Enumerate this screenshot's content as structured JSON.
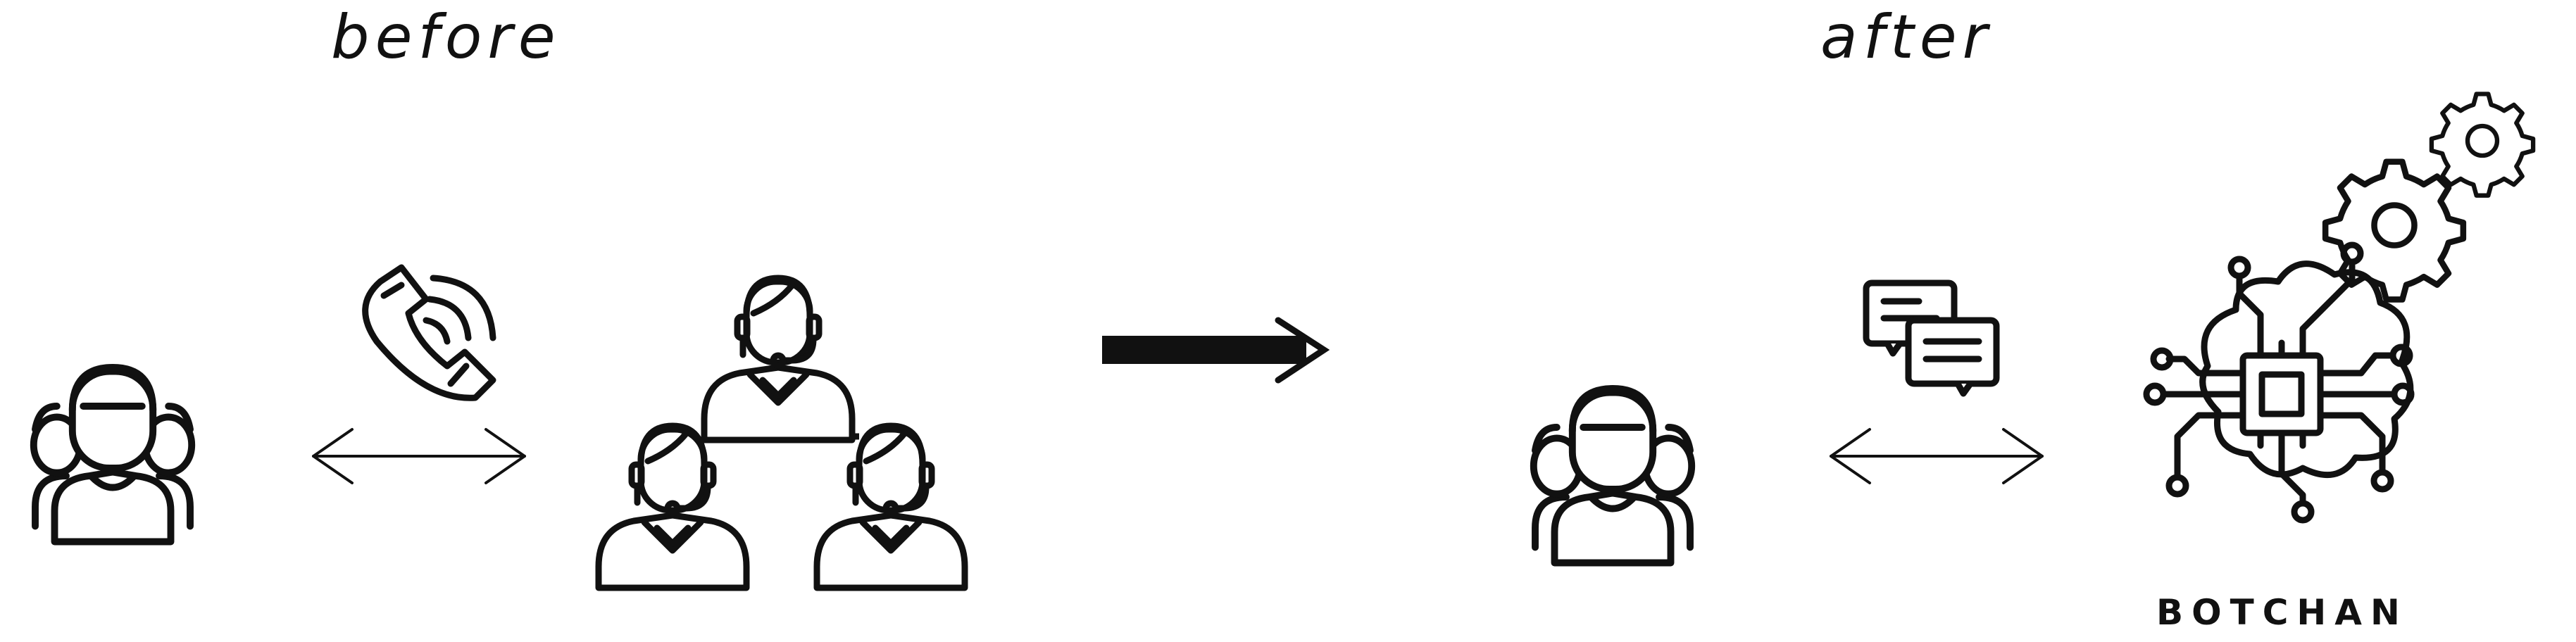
{
  "labels": {
    "before": "before",
    "after": "after",
    "bot_name": "BOTCHAN"
  },
  "icons": {
    "customers_before": "customer-group-icon",
    "phone": "phone-call-icon",
    "exchange_before": "double-arrow-icon",
    "operators": "call-center-team-icon",
    "transition": "right-arrow-icon",
    "customers_after": "customer-group-icon",
    "chat": "chat-bubbles-icon",
    "exchange_after": "double-arrow-icon",
    "bot": "ai-chip-brain-icon",
    "gears": "gears-icon"
  },
  "colors": {
    "ink": "#111111",
    "background": "#ffffff"
  }
}
